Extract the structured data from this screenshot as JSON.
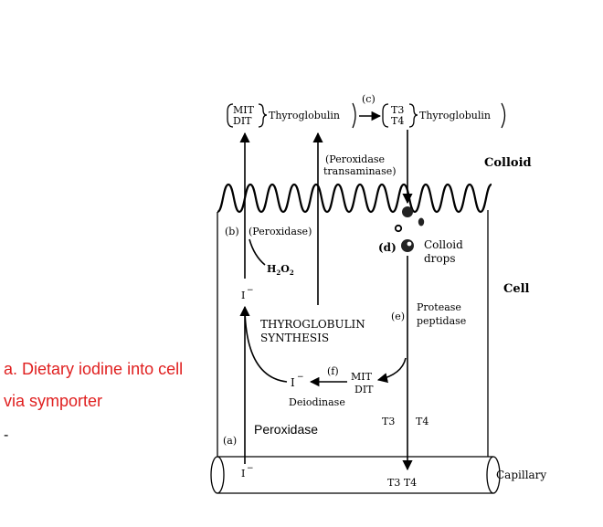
{
  "colors": {
    "annotation": "#e02020",
    "line": "#000000"
  },
  "annotation": {
    "line1": "a.  Dietary iodine into cell",
    "line2": "via symporter",
    "dash": "-"
  },
  "diagram": {
    "top_left_group_1": "MIT",
    "top_left_group_2": "DIT",
    "thyroglobulin_left": "Thyroglobulin",
    "step_c": "(c)",
    "top_right_group_1": "T3",
    "top_right_group_2": "T4",
    "thyroglobulin_right": "Thyroglobulin",
    "colloid": "Colloid",
    "peroxidase_transaminase_1": "(Peroxidase",
    "peroxidase_transaminase_2": "transaminase)",
    "step_b": "(b)",
    "peroxidase_b": "(Peroxidase)",
    "h2o2_h": "H",
    "h2o2_2a": "2",
    "h2o2_o": "O",
    "h2o2_2b": "2",
    "iodide_upper": "I",
    "iodide_upper_charge": "−",
    "step_d": "(d)",
    "colloid_drops_1": "Colloid",
    "colloid_drops_2": "drops",
    "cell": "Cell",
    "protease_1": "Protease",
    "protease_2": "peptidase",
    "step_e": "(e)",
    "tg_synthesis_1": "THYROGLOBULIN",
    "tg_synthesis_2": "SYNTHESIS",
    "step_f": "(f)",
    "iodide_mid": "I",
    "iodide_mid_charge": "−",
    "mit": "MIT",
    "dit": "DIT",
    "deiodinase": "Deiodinase",
    "t3_cell": "T3",
    "t4_cell": "T4",
    "step_a": "(a)",
    "peroxidase_a": "Peroxidase",
    "iodide_low": "I",
    "iodide_low_charge": "−",
    "capillary": "Capillary",
    "t3t4_capillary": "T3 T4"
  }
}
